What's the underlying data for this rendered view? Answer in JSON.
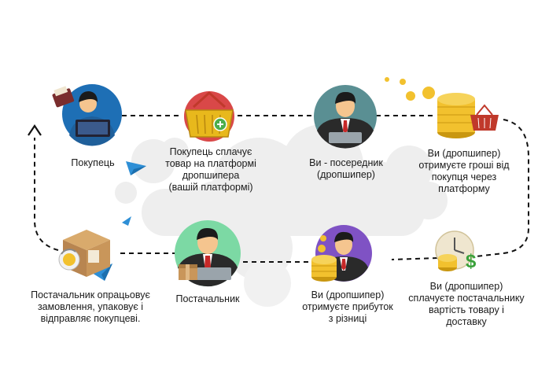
{
  "nodes": [
    {
      "id": "buyer",
      "lines": [
        "Покупець"
      ]
    },
    {
      "id": "pay",
      "lines": [
        "Покупець сплачує",
        "товар на платформі",
        "дропшипера",
        "(вашій платформі)"
      ]
    },
    {
      "id": "you",
      "lines": [
        "Ви - посередник",
        "(дропшипер)"
      ]
    },
    {
      "id": "receive",
      "lines": [
        "Ви (дропшипер)",
        "отримуєте гроші від",
        "покупця через",
        "платформу"
      ]
    },
    {
      "id": "payout",
      "lines": [
        "Ви (дропшипер)",
        "сплачуєте постачальнику",
        "вартість товару і",
        "доставку"
      ]
    },
    {
      "id": "profit",
      "lines": [
        "Ви (дропшипер)",
        "отримуєте прибуток",
        "з різниці"
      ]
    },
    {
      "id": "supplier",
      "lines": [
        "Постачальник"
      ]
    },
    {
      "id": "ship",
      "lines": [
        "Постачальник опрацьовує",
        "замовлення, упаковує і",
        "відправляє покупцеві."
      ]
    }
  ],
  "colors": {
    "buyer_bg": "#1e6fb5",
    "you_bg": "#5a8f93",
    "supplier_bg": "#7cd9a4",
    "profit_bg": "#7f52c4",
    "basket": "#e8b81c",
    "basket_stroke": "#c0392b",
    "plus": "#4cae4c",
    "coin": "#f2c12e",
    "coin_dark": "#c99710",
    "cloud": "#ececec",
    "dash": "#111111",
    "skin": "#f5c58f",
    "hair": "#1b1b1b",
    "suit": "#2a2a2a",
    "tie": "#c62828",
    "box": "#c9965a",
    "plane": "#2e8fd6"
  }
}
